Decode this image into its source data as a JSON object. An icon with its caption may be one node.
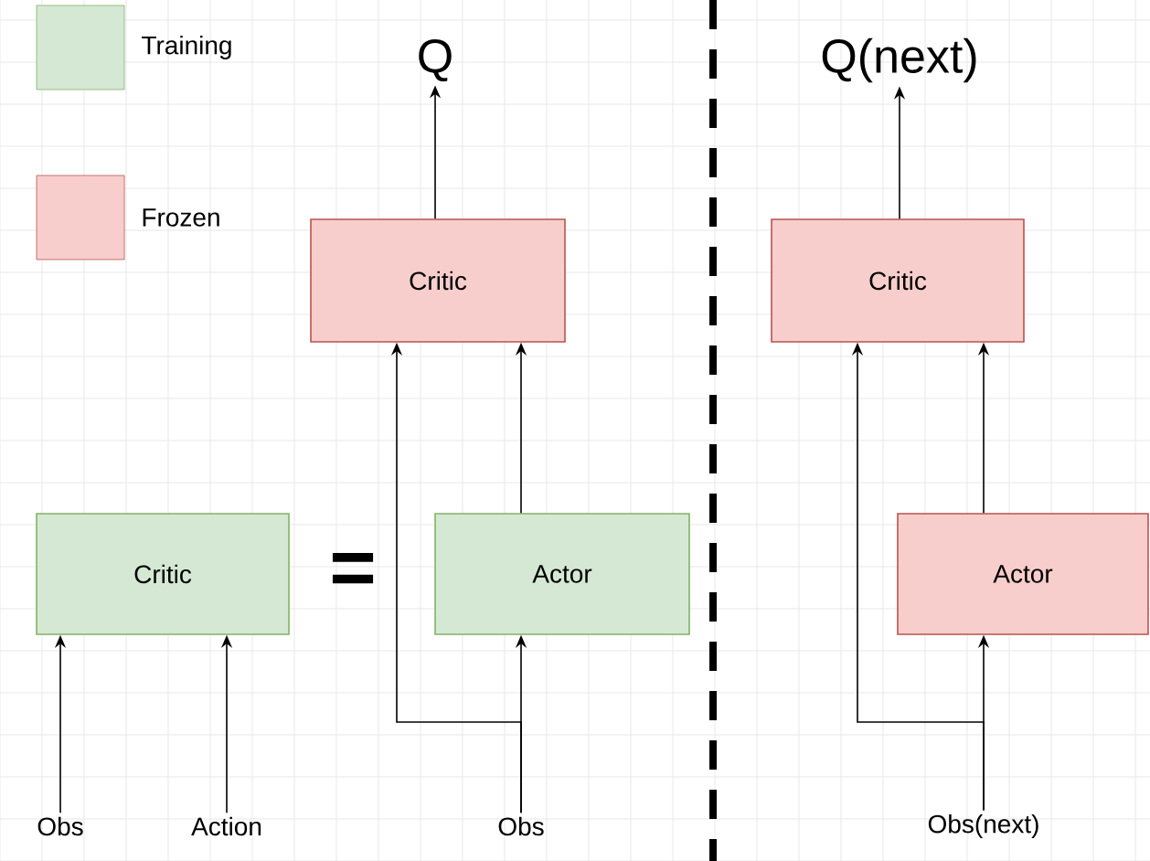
{
  "diagram": {
    "nodes": [
      {
        "text": [
          "Critic"
        ]
      },
      {
        "text": [
          "Critic"
        ]
      },
      {
        "text": [
          "Actor"
        ]
      },
      {
        "text": [
          "Critic"
        ]
      },
      {
        "text": [
          "Actor"
        ]
      },
      {
        "text": [
          "Obs"
        ]
      },
      {
        "text": [
          "Action"
        ]
      },
      {
        "text": [
          "Obs"
        ]
      },
      {
        "text": [
          "Obs(next)"
        ]
      },
      {
        "text": [
          "Q"
        ]
      },
      {
        "text": [
          "Q(next)"
        ]
      }
    ],
    "edges": [
      {
        "from": 5,
        "to": 0,
        "arrow": "to"
      },
      {
        "from": 6,
        "to": 0,
        "arrow": "to"
      },
      {
        "from": 1,
        "to": 9,
        "arrow": "to"
      },
      {
        "from": 2,
        "to": 1,
        "arrow": "to"
      },
      {
        "from": 7,
        "to": 2,
        "arrow": "to"
      },
      {
        "from": 7,
        "to": 1,
        "arrow": "to"
      },
      {
        "from": 3,
        "to": 10,
        "arrow": "to"
      },
      {
        "from": 4,
        "to": 3,
        "arrow": "to"
      },
      {
        "from": 8,
        "to": 4,
        "arrow": "to"
      },
      {
        "from": 8,
        "to": 3,
        "arrow": "to"
      }
    ],
    "labels": [
      "="
    ],
    "legend": [
      {
        "text": "Training",
        "color": "#d5e8d4"
      },
      {
        "text": "Frozen",
        "color": "#f8cecc"
      }
    ]
  }
}
